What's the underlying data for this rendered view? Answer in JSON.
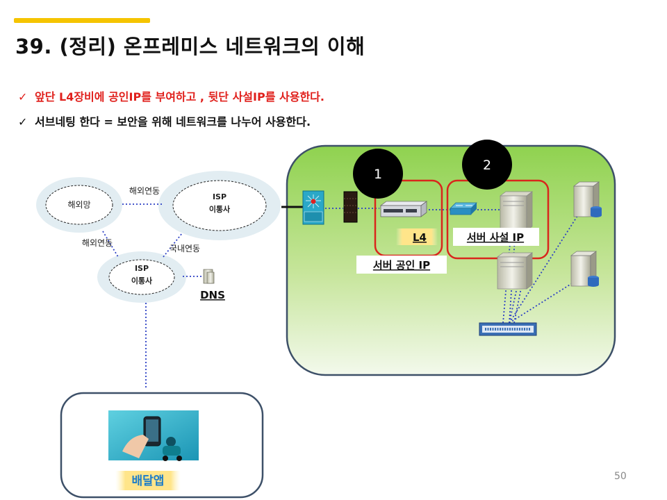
{
  "title": "39. (정리) 온프레미스 네트워크의 이해",
  "bullets": [
    "앞단 L4장비에 공인IP를 부여하고 , 뒷단 사설IP를 사용한다.",
    "서브네팅 한다 = 보안을 위해 네트워크를 나누어 사용한다."
  ],
  "bullet_mark": "✓",
  "diagram": {
    "overseas_net": "해외망",
    "isp_top": [
      "ISP",
      "이통사"
    ],
    "isp_bottom": [
      "ISP",
      "이통사"
    ],
    "link_overseas_top": "해외연동",
    "link_overseas_left": "해외연동",
    "link_domestic": "국내연동",
    "dns": "DNS",
    "badge1": "1",
    "badge2": "2",
    "l4": "L4",
    "server_private_ip": "서버 사설 IP",
    "server_public_ip": "서버 공인 IP",
    "delivery_app": "배달앱"
  },
  "colors": {
    "accent": "#f5c400",
    "red_text": "#e0201c",
    "green_zone": "#a6d66a",
    "red_box": "#d9261c",
    "dotted_link": "#2b3fc4"
  },
  "page_number": "50"
}
